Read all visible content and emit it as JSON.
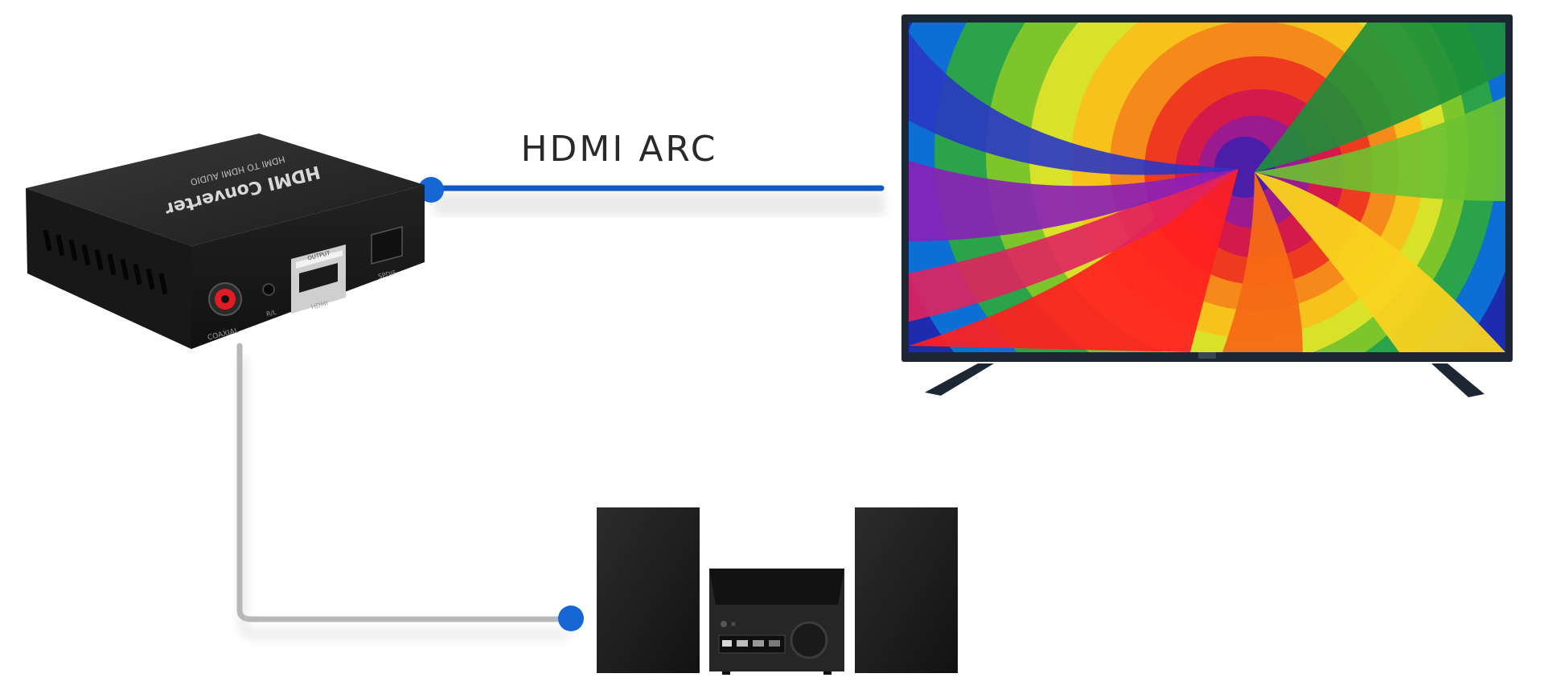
{
  "connection_label": "HDMI ARC",
  "converter": {
    "title": "HDMI Converter",
    "subtitle": "HDMI TO HDMI AUDIO",
    "ports": {
      "coaxial": "COAXIAL",
      "rl": "R/L",
      "hdmi": "HDMI",
      "spdif": "SPDIF",
      "output": "OUTPUT"
    }
  },
  "colors": {
    "arc_line": "#1259c3",
    "coax_line": "#b8b8b8",
    "node": "#1766d6",
    "device_body": "#1e1e1e",
    "tv_frame": "#1d2633"
  }
}
